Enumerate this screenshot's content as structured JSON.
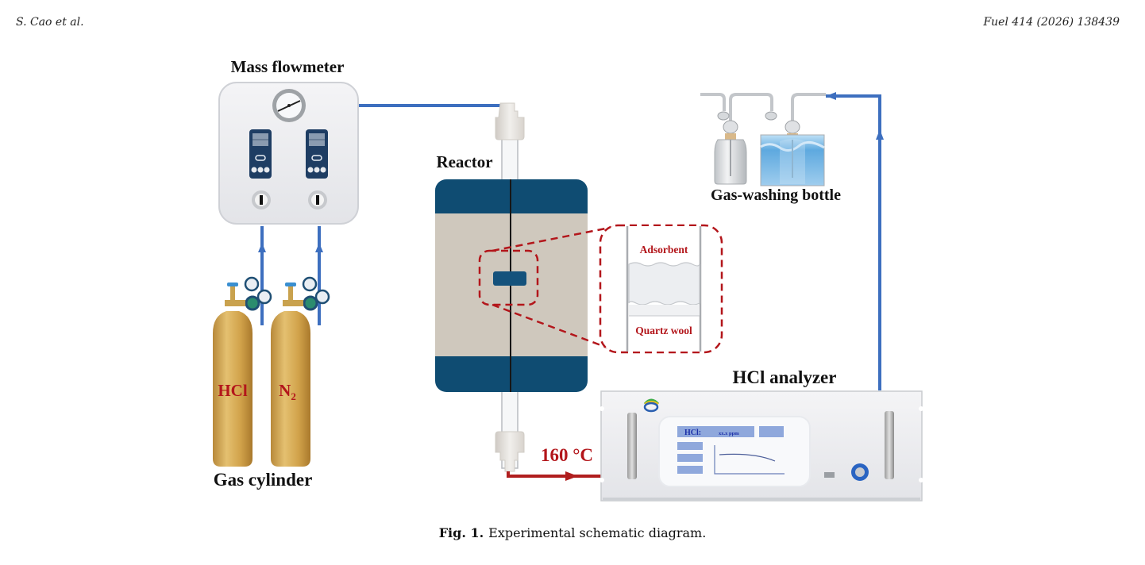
{
  "header": {
    "authors": "S. Cao et al.",
    "journal_ref": "Fuel 414 (2026) 138439"
  },
  "diagram": {
    "labels": {
      "mass_flowmeter": "Mass flowmeter",
      "reactor": "Reactor",
      "gas_washing_bottle": "Gas-washing bottle",
      "hcl_analyzer": "HCl analyzer",
      "gas_cylinder": "Gas cylinder",
      "temperature_value": "160",
      "temperature_unit": "°C",
      "adsorbent": "Adsorbent",
      "quartz_wool": "Quartz wool"
    },
    "cylinders": [
      {
        "label": "HCl",
        "subscript": ""
      },
      {
        "label": "N",
        "subscript": "2"
      }
    ],
    "analyzer_screen": {
      "gas": "HCl:",
      "reading": "xx.x ppm"
    },
    "colors": {
      "pipe_blue": "#3d6fbf",
      "hot_line_red": "#b01e1e",
      "label_red": "#b3161b",
      "reactor_dark": "#0f4c72",
      "reactor_body": "#cfc8bd",
      "cylinder_gold": "#d3a64a",
      "screen_block": "#8fa8dc"
    }
  },
  "caption": {
    "fig_label": "Fig. 1.",
    "text": "Experimental schematic diagram."
  }
}
